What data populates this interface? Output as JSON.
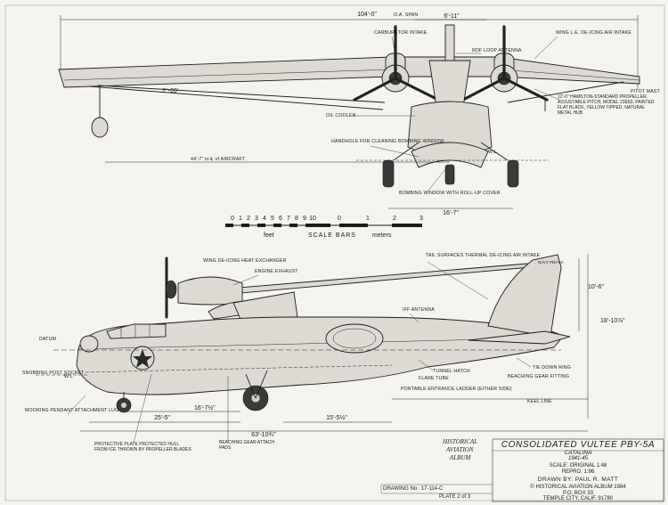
{
  "top_view": {
    "span_dim": "104'-0\"",
    "span_tag": "O.A. SPAN",
    "engine_spacing": "6'-11\"",
    "dihedral": "2°-20'",
    "cl_dist": "44'-7\"  to  ℄ of AIRCRAFT",
    "gear_track": "16'-7\"",
    "wl": "W.L.",
    "labels": {
      "carburetor": "CARBURETOR INTAKE",
      "rdf": "RDF LOOP ANTENNA",
      "wing_deice": "WING L.E. DE-ICING AIR INTAKE",
      "pitot": "PITOT MAST",
      "prop": "12'-0\" HAMILTON-STANDARD PROPELLER, ADJUSTABLE PITCH, MODEL 23E50, PAINTED FLAT BLACK, YELLOW TIPPED, NATURAL METAL HUB",
      "oil_cooler": "OIL COOLER",
      "handhole": "HANDHOLE FOR CLEANING BOMBING WINDOW",
      "bombing_window": "BOMBING WINDOW WITH ROLL-UP COVER"
    }
  },
  "scale_bars": {
    "feet_ticks": [
      "0",
      "1",
      "2",
      "3",
      "4",
      "5",
      "6",
      "7",
      "8",
      "9",
      "10"
    ],
    "meter_ticks": [
      "0",
      "1",
      "2",
      "3"
    ],
    "feet_label": "feet",
    "title": "SCALE BARS",
    "meters_label": "meters"
  },
  "side_view": {
    "height_dims": [
      "10'-6\"",
      "18'-10⅞\""
    ],
    "length_dims": [
      "25'-5\"",
      "16'-7½\"",
      "63'-10¾\"",
      "15'-5½\""
    ],
    "fin_code": "NAVY  PBY-5A",
    "labels": {
      "wing_deice_hx": "WING DE-ICING HEAT EXCHANGER",
      "engine_exhaust": "ENGINE EXHAUST",
      "tail_deice": "TAIL SURFACES THERMAL DE-ICING AIR INTAKE",
      "iff": "IFF ANTENNA",
      "datum": "DATUM",
      "snubbing": "SNUBBING POST SOCKET",
      "wl": "W.L.",
      "mooring": "MOORING PENDANT ATTACHMENT LUG",
      "tunnel": "TUNNEL HATCH",
      "flare": "FLARE TUBE",
      "portable_ladder": "PORTABLE ENTRANCE LADDER (EITHER SIDE)",
      "tie_down": "TIE DOWN RING",
      "beaching_fitting": "BEACHING GEAR FITTING",
      "keel": "KEEL LINE",
      "protective_plate": "PROTECTIVE PLATE PROTECTED HULL FROM ICE THROWN BY PROPELLER BLADES",
      "beaching_pads": "BEACHING GEAR ATTACH PADS"
    }
  },
  "title_block": {
    "title": "CONSOLIDATED VULTEE PBY-5A",
    "subtitle": "CATALINA",
    "years": "1941-45",
    "scale_original": "SCALE: ORIGINAL  1:48",
    "scale_repro": "REPRO.  1:96",
    "drawn_by": "DRAWN BY:  PAUL R. MATT",
    "copyright": "© HISTORICAL AVIATION ALBUM 1984",
    "box": "P.O. BOX 33",
    "city": "TEMPLE CITY, CALIF. 91780"
  },
  "logo": {
    "line1": "HISTORICAL",
    "line2": "AVIATION",
    "line3": "ALBUM"
  },
  "drawing_no_label": "DRAWING No.",
  "drawing_no": "17-114-C",
  "plate": "PLATE 2 of 3",
  "colors": {
    "ink": "#1b1b1b",
    "paper": "#f4f3ee",
    "hull_fill": "#dcdad3"
  }
}
